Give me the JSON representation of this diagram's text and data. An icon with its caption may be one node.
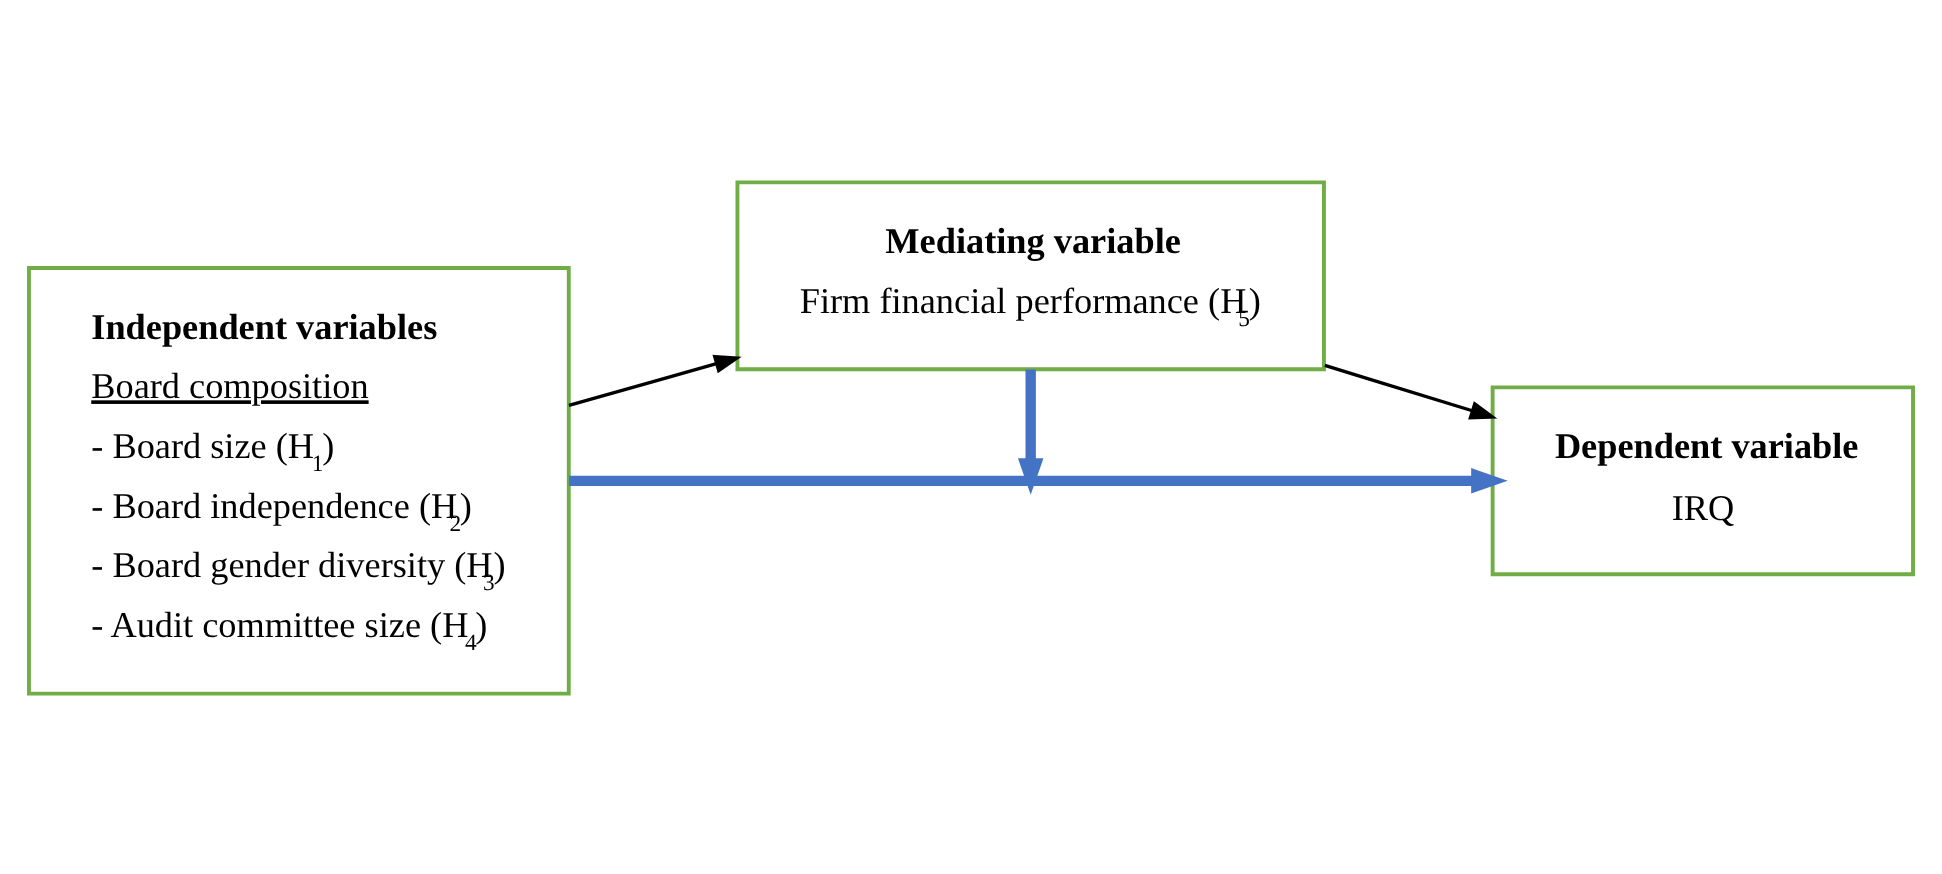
{
  "diagram": {
    "nodes": [
      {
        "text": [
          "Independent variables",
          "Board composition",
          "- Board size (H$_{1}$)",
          "- Board independence (H$_{2}$)",
          "- Board gender diversity (H$_{3}$)",
          "- Audit committee size (H$_{4}$)"
        ]
      },
      {
        "text": [
          "Dependent variable",
          "IRQ"
        ]
      },
      {
        "text": [
          "Mediating variable",
          "Firm financial performance (H$_{5}$)"
        ]
      }
    ],
    "edges": [
      {
        "from": 0,
        "to": 1,
        "arrow": "to",
        "style": "thick",
        "color": "#4472c4"
      },
      {
        "from": 2,
        "to": null,
        "arrow": "to",
        "style": "thick",
        "color": "#4472c4"
      },
      {
        "from": 0,
        "to": 2,
        "arrow": "to",
        "color": "#000000"
      },
      {
        "from": 2,
        "to": 1,
        "arrow": "to",
        "color": "#000000"
      }
    ]
  }
}
